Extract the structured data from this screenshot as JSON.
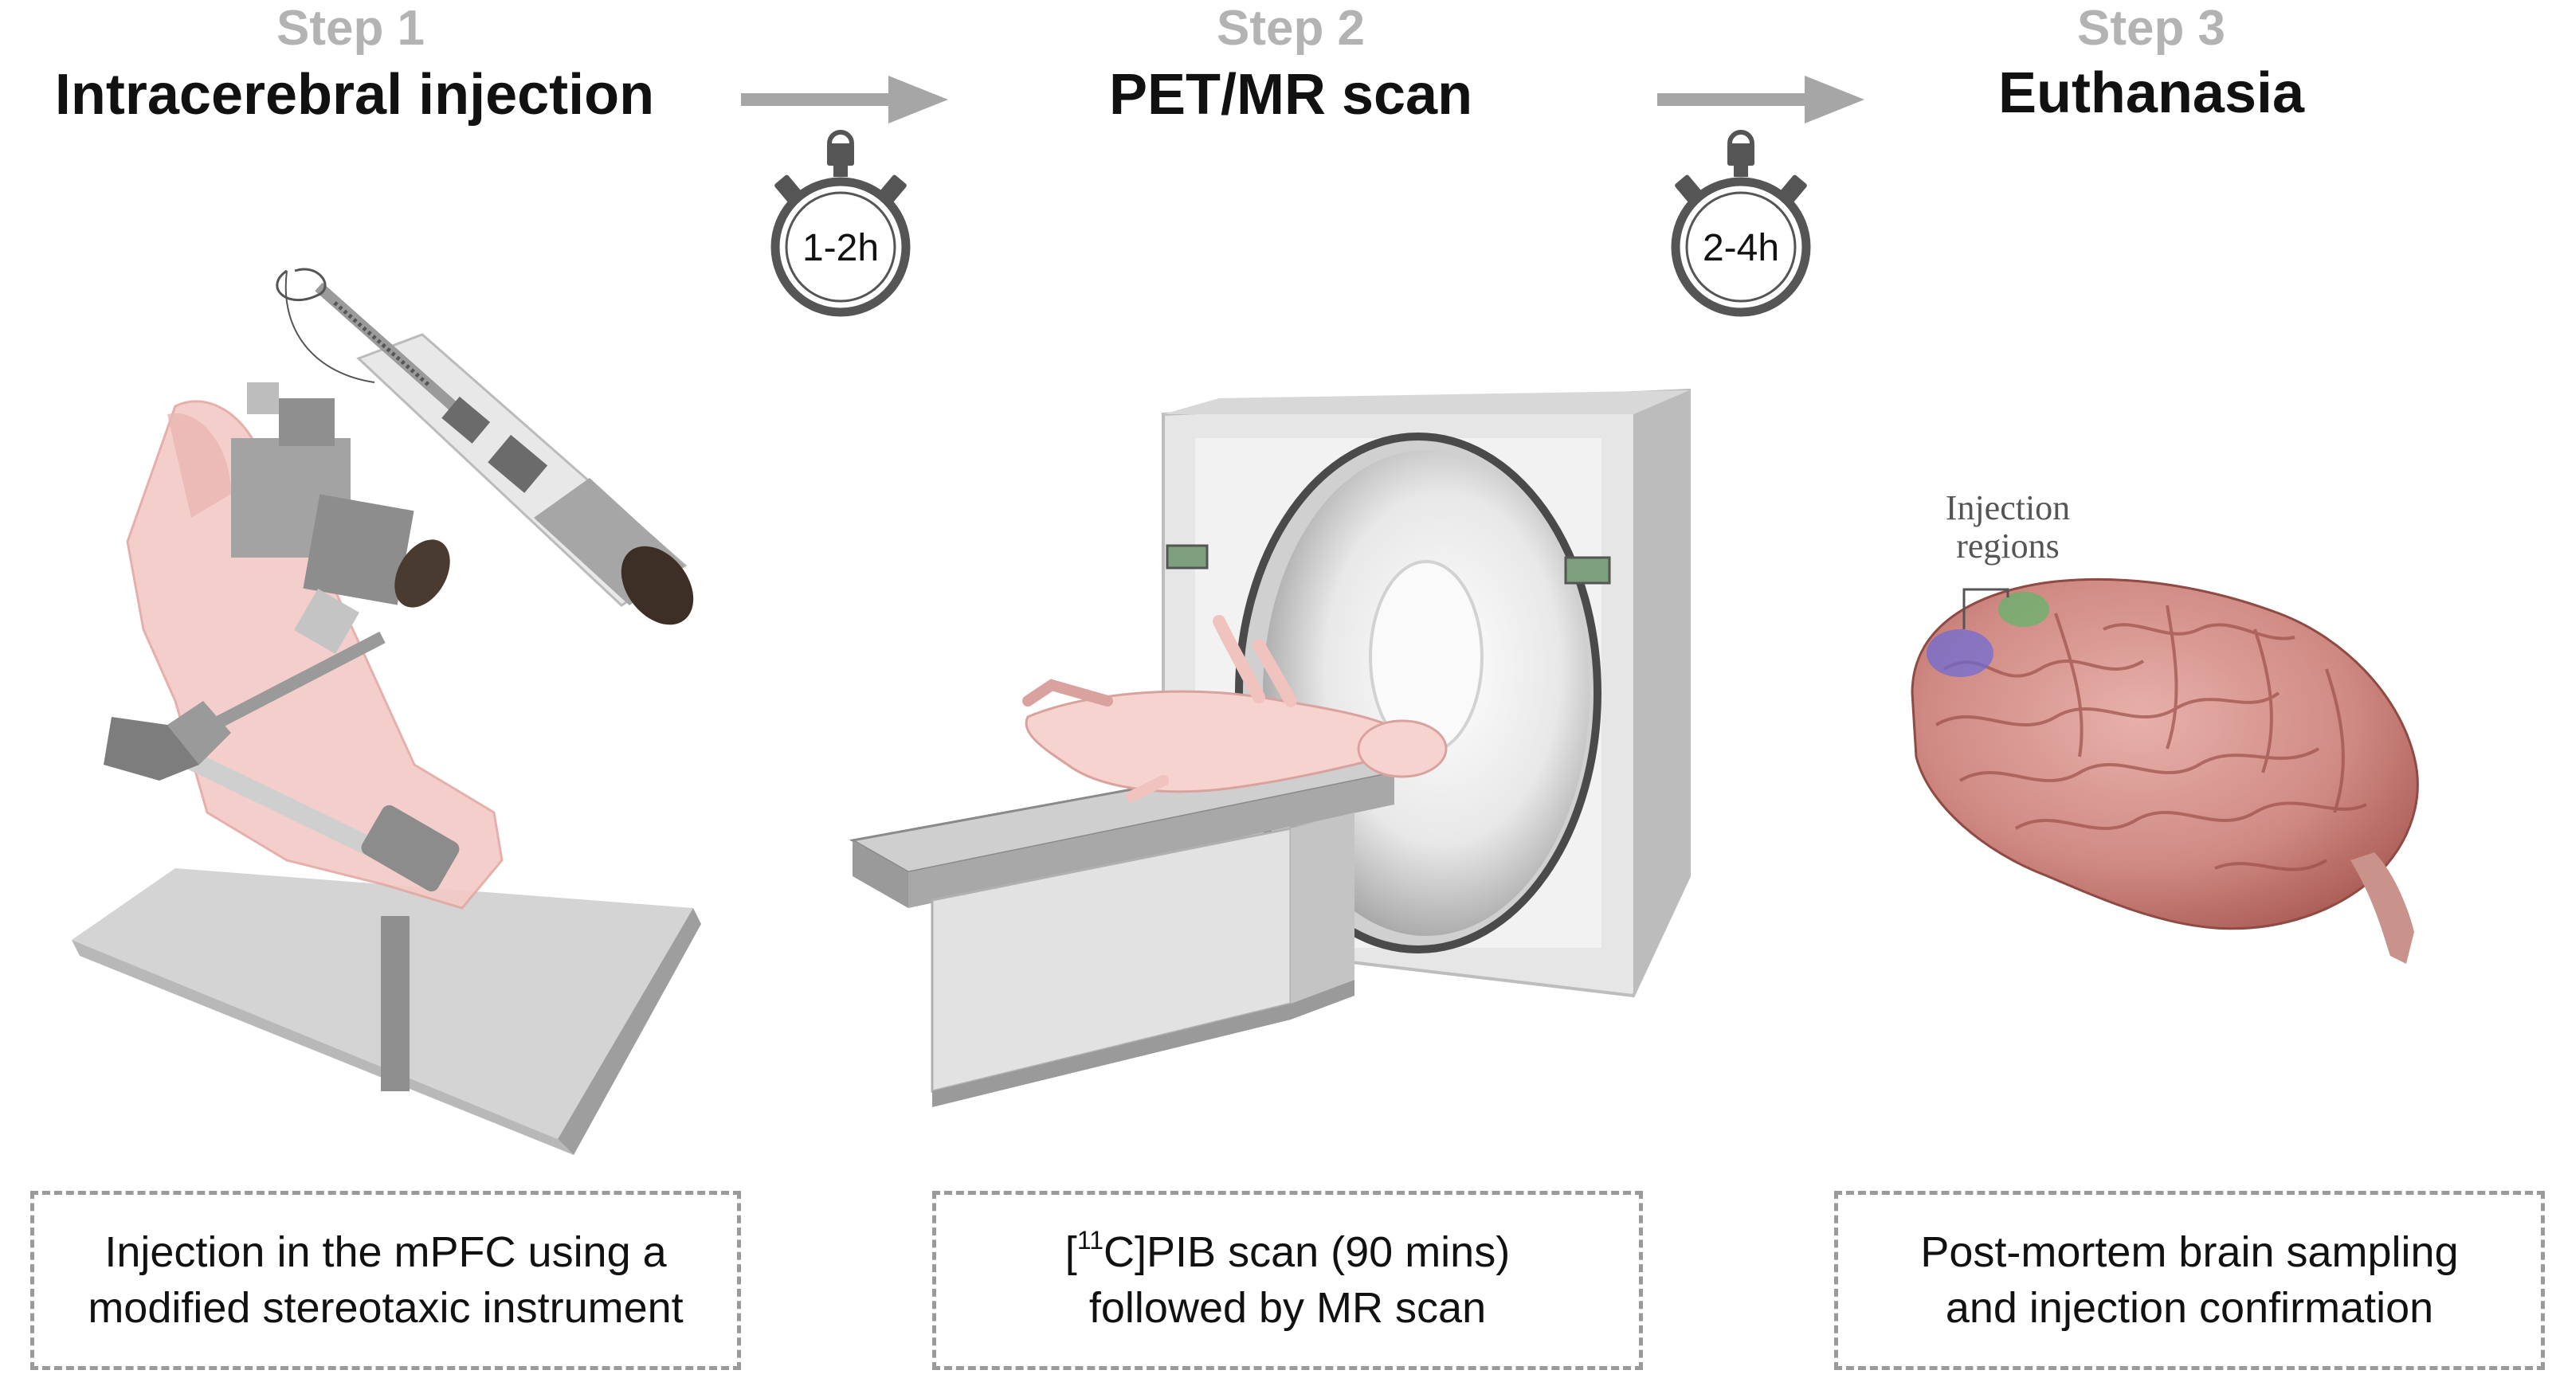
{
  "steps": [
    {
      "label": "Step 1",
      "title": "Intracerebral injection",
      "caption_lines": [
        "Injection in the mPFC using a",
        "modified stereotaxic instrument"
      ],
      "illustration": "stereotaxic-instrument-with-pig-head"
    },
    {
      "label": "Step 2",
      "title": "PET/MR scan",
      "caption_sup_prefix": "[",
      "caption_sup": "11",
      "caption_line1_rest": "C]PIB scan (90 mins)",
      "caption_line2": "followed by MR scan",
      "illustration": "pet-mr-scanner-with-pig"
    },
    {
      "label": "Step 3",
      "title": "Euthanasia",
      "caption_lines": [
        "Post-mortem brain sampling",
        "and injection confirmation"
      ],
      "illustration": "pig-brain-photo",
      "annotation_lines": [
        "Injection",
        "regions"
      ]
    }
  ],
  "timers": [
    {
      "label": "1-2h",
      "icon": "stopwatch-icon"
    },
    {
      "label": "2-4h",
      "icon": "stopwatch-icon"
    }
  ],
  "colors": {
    "step_label": "#b3b3b3",
    "arrow": "#a6a6a6",
    "dash_border": "#9a9a9a",
    "injection_region_blue": "#6a6ad8",
    "injection_region_green": "#5ab86a"
  }
}
